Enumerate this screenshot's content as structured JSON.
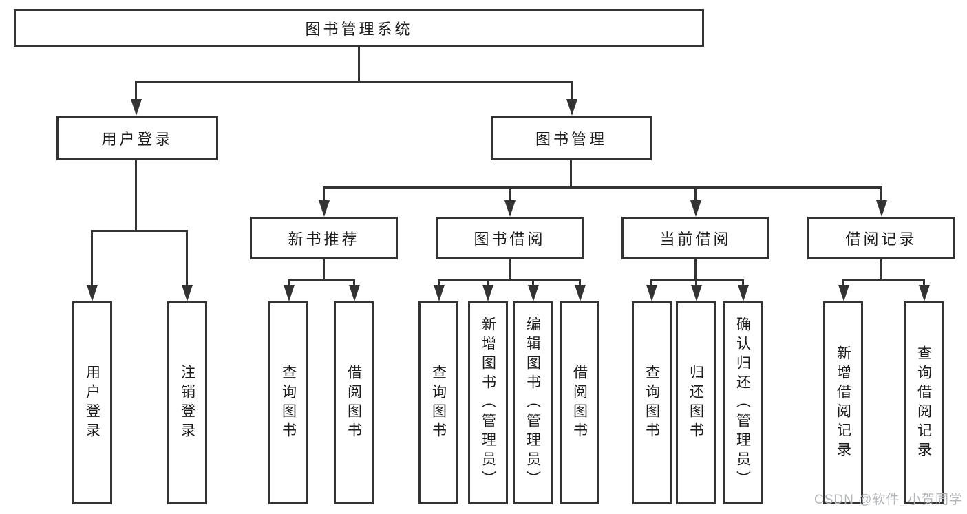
{
  "diagram": {
    "root": "图书管理系统",
    "children": [
      {
        "label": "用户登录",
        "children": [
          {
            "label": "用户登录"
          },
          {
            "label": "注销登录"
          }
        ]
      },
      {
        "label": "图书管理",
        "children": [
          {
            "label": "新书推荐",
            "children": [
              {
                "label": "查询图书"
              },
              {
                "label": "借阅图书"
              }
            ]
          },
          {
            "label": "图书借阅",
            "children": [
              {
                "label": "查询图书"
              },
              {
                "label": "新增图书（管理员）"
              },
              {
                "label": "编辑图书（管理员）"
              },
              {
                "label": "借阅图书"
              }
            ]
          },
          {
            "label": "当前借阅",
            "children": [
              {
                "label": "查询图书"
              },
              {
                "label": "归还图书"
              },
              {
                "label": "确认归还（管理员）"
              }
            ]
          },
          {
            "label": "借阅记录",
            "children": [
              {
                "label": "新增借阅记录"
              },
              {
                "label": "查询借阅记录"
              }
            ]
          }
        ]
      }
    ]
  },
  "watermark": "CSDN @软件_小贺同学",
  "colors": {
    "line": "#333333",
    "text": "#1d1d1d",
    "watermark": "#b4b7ba",
    "background": "#ffffff"
  }
}
